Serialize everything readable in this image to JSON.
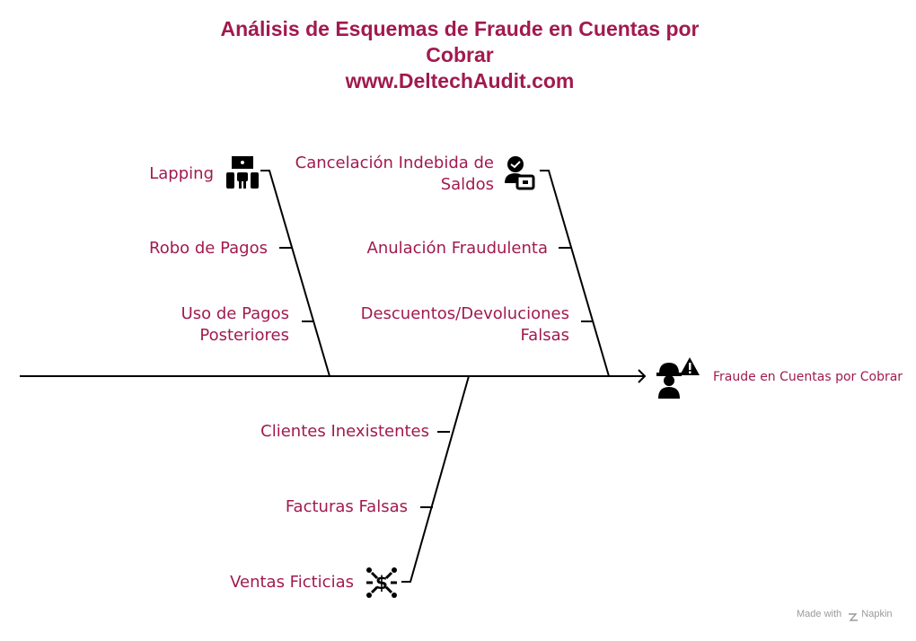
{
  "title": {
    "line1": "Análisis de Esquemas de Fraude en Cuentas por",
    "line2": "Cobrar",
    "line3": "www.DeltechAudit.com"
  },
  "outcome": {
    "label": "Fraude en Cuentas por Cobrar",
    "icon": "worker-warning-icon"
  },
  "branches": {
    "top_left": {
      "icon": "building-people-icon",
      "items": [
        "Lapping",
        "Robo de Pagos",
        "Uso de Pagos\nPosteriores"
      ]
    },
    "top_right": {
      "icon": "person-wallet-icon",
      "items": [
        "Cancelación Indebida de\nSaldos",
        "Anulación Fraudulenta",
        "Descuentos/Devoluciones\nFalsas"
      ]
    },
    "bottom": {
      "icon": "dollar-network-icon",
      "items": [
        "Clientes Inexistentes",
        "Facturas Falsas",
        "Ventas Ficticias"
      ]
    }
  },
  "footer": {
    "made_with": "Made with",
    "brand": "Napkin"
  },
  "colors": {
    "accent": "#a11a4e",
    "line": "#000000",
    "footer": "#9a9a9a"
  }
}
